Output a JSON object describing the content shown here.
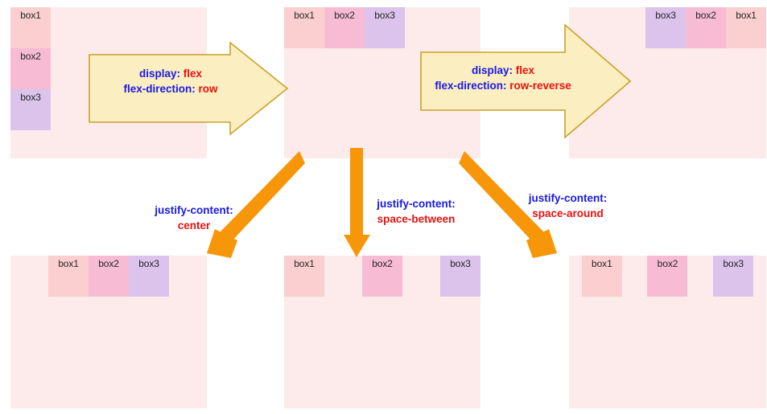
{
  "page": {
    "background": "#ffffff",
    "container_background": "#fdeaea",
    "box_colors": [
      "#fbcfcf",
      "#f7bcd4",
      "#dcc3ec"
    ],
    "property_color": "#1919e6",
    "value_color": "#e81010",
    "block_arrow_fill": "#fbeec0",
    "block_arrow_stroke": "#c9a227",
    "orange_arrow_color": "#f79609"
  },
  "containers": {
    "column": {
      "name": "default-column-container",
      "boxes": [
        {
          "label": "box1"
        },
        {
          "label": "box2"
        },
        {
          "label": "box3"
        }
      ]
    },
    "row": {
      "name": "flex-direction-row-container",
      "boxes": [
        {
          "label": "box1"
        },
        {
          "label": "box2"
        },
        {
          "label": "box3"
        }
      ]
    },
    "row_reverse": {
      "name": "flex-direction-row-reverse-container",
      "boxes": [
        {
          "label": "box1"
        },
        {
          "label": "box2"
        },
        {
          "label": "box3"
        }
      ]
    },
    "justify_center": {
      "name": "justify-content-center-container",
      "boxes": [
        {
          "label": "box1"
        },
        {
          "label": "box2"
        },
        {
          "label": "box3"
        }
      ]
    },
    "justify_between": {
      "name": "justify-content-space-between-container",
      "boxes": [
        {
          "label": "box1"
        },
        {
          "label": "box2"
        },
        {
          "label": "box3"
        }
      ]
    },
    "justify_around": {
      "name": "justify-content-space-around-container",
      "boxes": [
        {
          "label": "box1"
        },
        {
          "label": "box2"
        },
        {
          "label": "box3"
        }
      ]
    }
  },
  "block_arrows": {
    "row": {
      "line1_prop": "display:",
      "line1_val": "flex",
      "line2_prop": "flex-direction:",
      "line2_val": "row"
    },
    "row_reverse": {
      "line1_prop": "display:",
      "line1_val": "flex",
      "line2_prop": "flex-direction:",
      "line2_val": "row-reverse"
    }
  },
  "captions": {
    "center": {
      "prop": "justify-content:",
      "val": "center"
    },
    "space_between": {
      "prop": "justify-content:",
      "val": "space-between"
    },
    "space_around": {
      "prop": "justify-content:",
      "val": "space-around"
    }
  }
}
